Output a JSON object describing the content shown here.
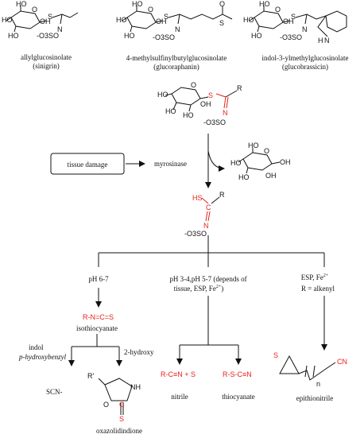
{
  "compounds": {
    "sinigrin": {
      "name": "allylglucosinolate",
      "common": "(sinigrin)"
    },
    "glucoraphanin": {
      "name": "4-methylsulfinylbutylglucosinolate",
      "common": "(glucoraphanin)"
    },
    "glucobrassicin": {
      "name": "indol-3-ylmethylglucosinolate",
      "common": "(glucobrassicin)"
    }
  },
  "atoms": {
    "ho": "HO",
    "oh": "OH",
    "o": "O",
    "s": "S",
    "n": "N",
    "r": "R",
    "c": "C",
    "hs": "HS",
    "sulfate": "-O3SO",
    "nh": "NH",
    "h": "H",
    "o_minus": "S=O",
    "r_prime": "R'"
  },
  "process": {
    "trigger": "tissue damage",
    "enzyme": "myrosinase"
  },
  "conditions": {
    "left": "pH 6-7",
    "middle": "pH 3-4,pH 5-7 (depends of tissue, ESP, Fe2+)",
    "middle_line1": "pH 3-4,pH 5-7 (depends of",
    "middle_line2": "tissue, ESP, Fe",
    "right_line1": "ESP, Fe",
    "right_line2": "R = alkenyl"
  },
  "products": {
    "isothiocyanate_formula": "R-N=C=S",
    "isothiocyanate": "isothiocyanate",
    "branch_left_1": "indol",
    "branch_left_2": "p-hydroxybenzyl",
    "branch_right": "2-hydroxy",
    "scn": "SCN-",
    "oxazolidindione": "oxazolidindione",
    "nitrile_formula": "R-C≡N + S",
    "nitrile": "nitrile",
    "thiocyanate_formula": "R-S-C≡N",
    "thiocyanate": "thiocyanate",
    "epithionitrile": "epithionitrile",
    "cn": "CN",
    "n_sub": "n"
  }
}
